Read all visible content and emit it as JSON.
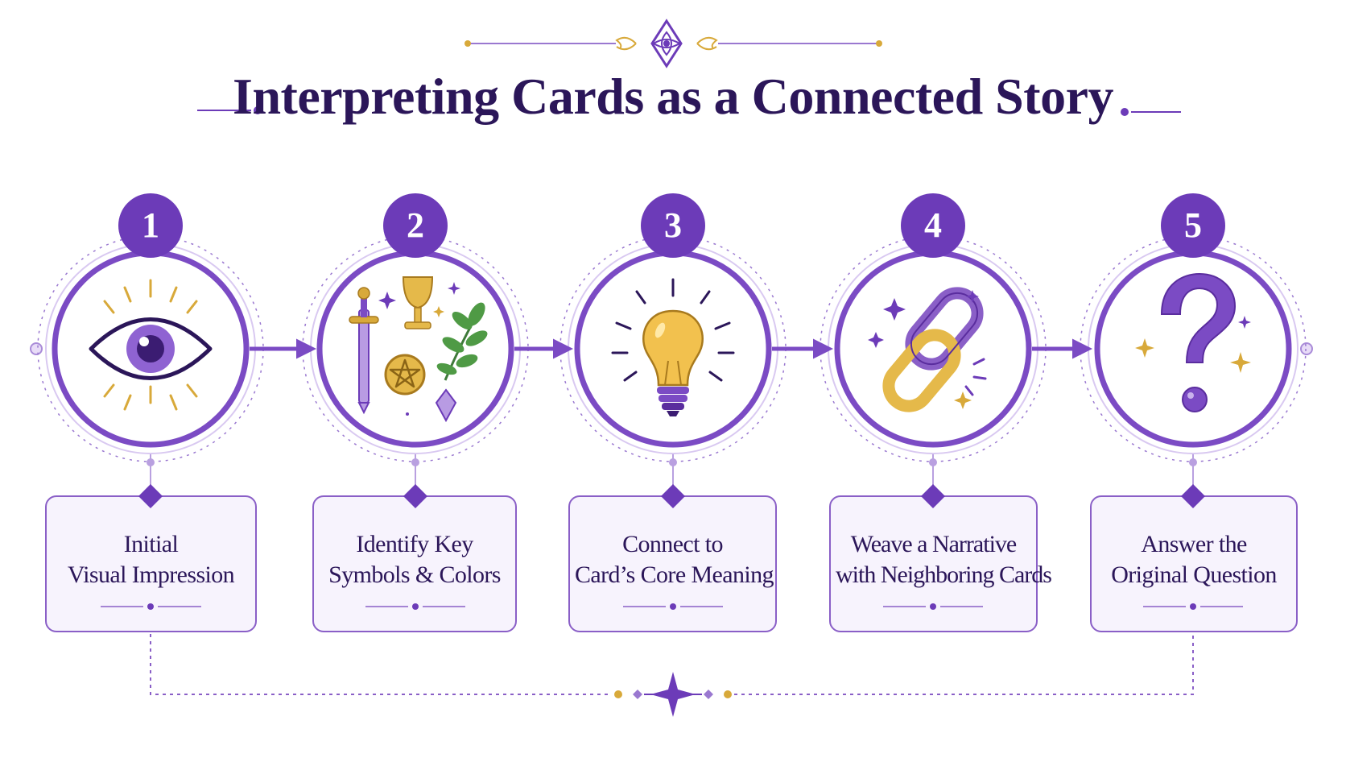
{
  "title": "Interpreting Cards as a Connected Story",
  "colors": {
    "primary": "#6c3bb8",
    "light": "#b9a0e0",
    "gold": "#d8a93a",
    "text": "#2b1659",
    "card_bg": "#f7f3fd"
  },
  "steps": [
    {
      "number": "1",
      "line1": "Initial",
      "line2": "Visual Impression",
      "icon": "eye-icon"
    },
    {
      "number": "2",
      "line1": "Identify Key",
      "line2": "Symbols & Colors",
      "icon": "tarot-symbols-icon"
    },
    {
      "number": "3",
      "line1": "Connect to",
      "line2": "Card’s Core Meaning",
      "icon": "lightbulb-icon"
    },
    {
      "number": "4",
      "line1": "Weave a Narrative",
      "line2": "with Neighboring Cards",
      "icon": "chain-link-icon"
    },
    {
      "number": "5",
      "line1": "Answer the",
      "line2": "Original Question",
      "icon": "question-mark-icon"
    }
  ]
}
